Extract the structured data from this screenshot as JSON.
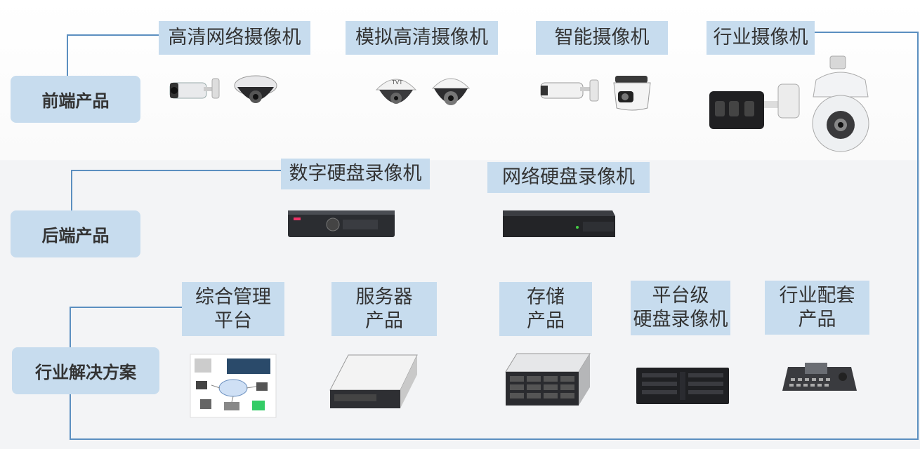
{
  "categories": {
    "front": "前端产品",
    "back": "后端产品",
    "industry": "行业解决方案"
  },
  "front_products": [
    "高清网络摄像机",
    "模拟高清摄像机",
    "智能摄像机",
    "行业摄像机"
  ],
  "back_products": [
    "数字硬盘录像机",
    "网络硬盘录像机"
  ],
  "solution_products": [
    {
      "line1": "综合管理",
      "line2": "平台"
    },
    {
      "line1": "服务器",
      "line2": "产品"
    },
    {
      "line1": "存储",
      "line2": "产品"
    },
    {
      "line1": "平台级",
      "line2": "硬盘录像机"
    },
    {
      "line1": "行业配套",
      "line2": "产品"
    }
  ],
  "brand_marks": [
    "TVT"
  ],
  "colors": {
    "accent": "#c7dcee",
    "line": "#5b8fc0",
    "text": "#333333"
  }
}
